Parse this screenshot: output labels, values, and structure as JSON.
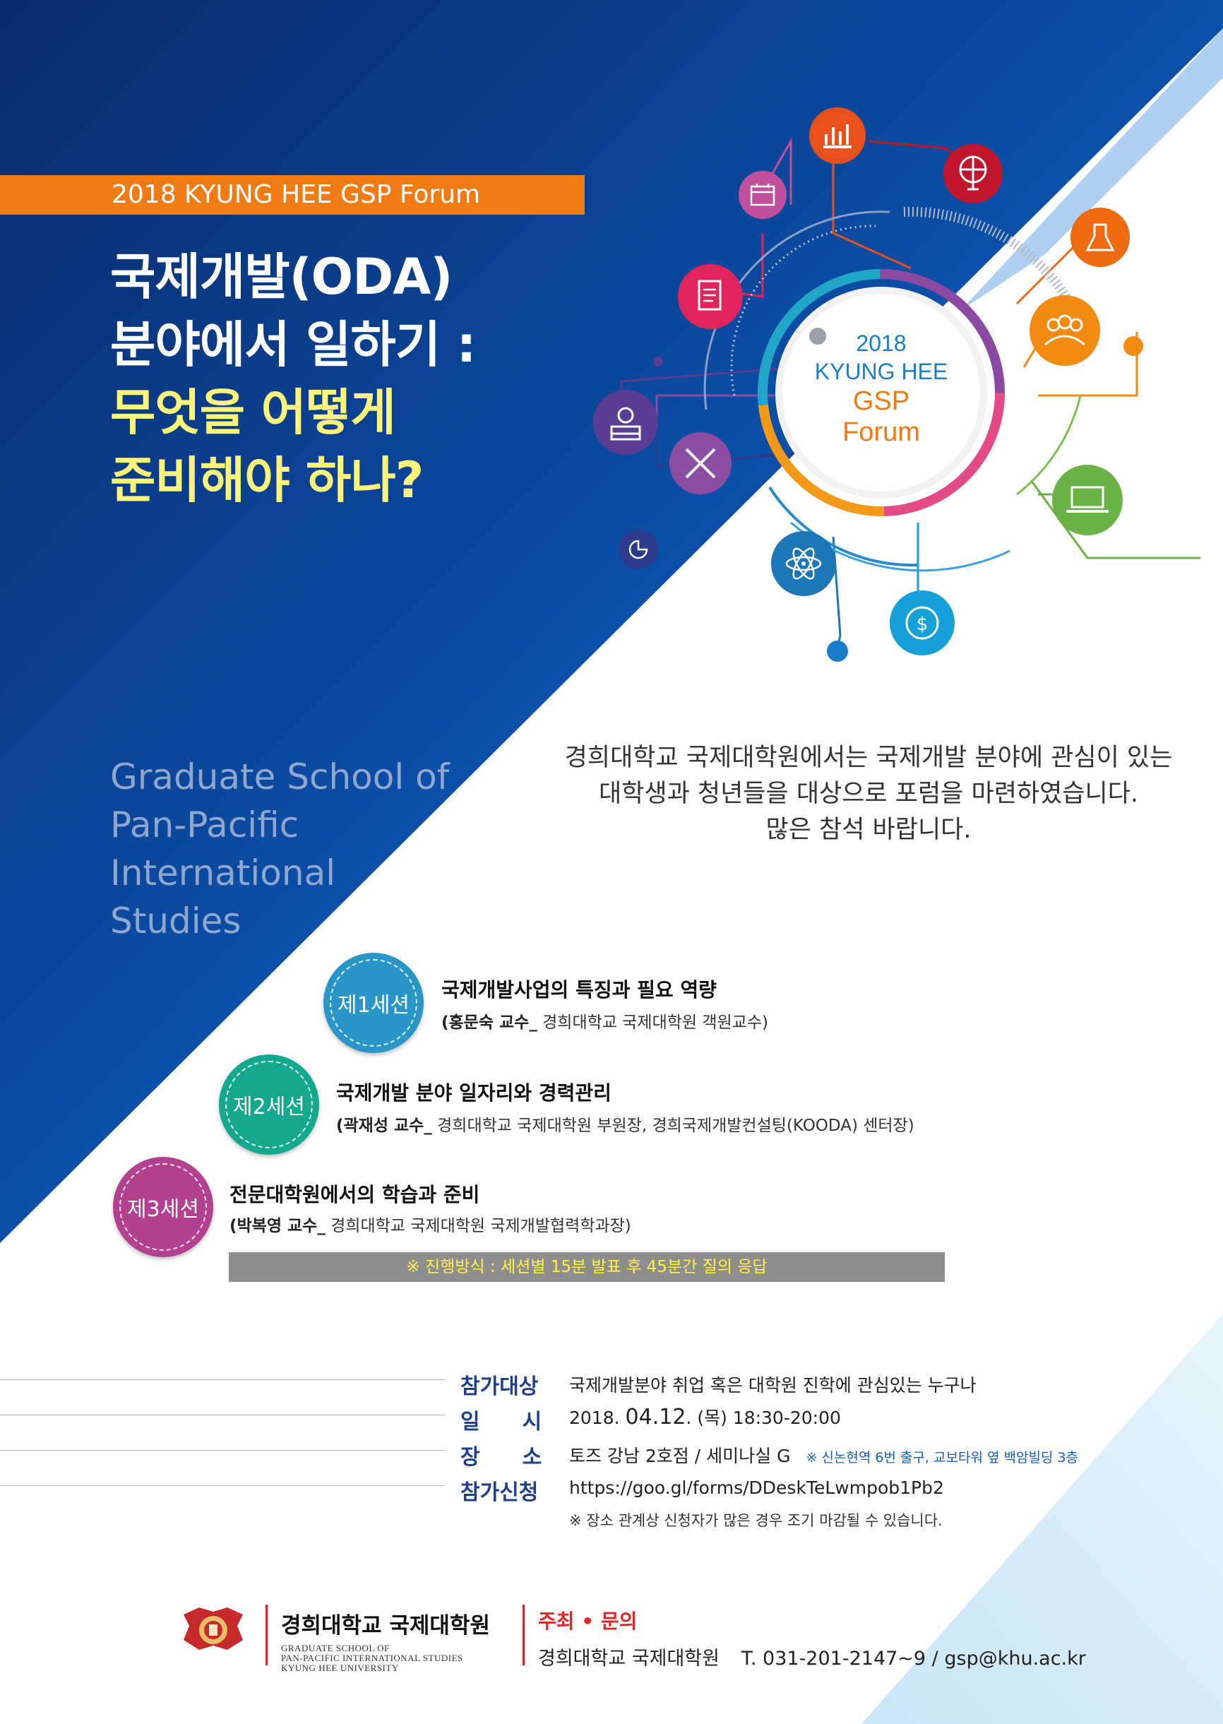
{
  "forum_tag": "2018 KYUNG HEE GSP Forum",
  "title": {
    "line1": "국제개발(ODA)",
    "line2": "분야에서 일하기 :",
    "line3": "무엇을 어떻게",
    "line4": "준비해야 하나?"
  },
  "emblem": {
    "year": "2018",
    "name": "KYUNG HEE",
    "gsp": "GSP",
    "forum": "Forum"
  },
  "school_name": [
    "Graduate School of",
    "Pan-Pacific",
    "International",
    "Studies"
  ],
  "intro": {
    "line1": "경희대학교 국제대학원에서는 국제개발 분야에 관심이 있는",
    "line2": "대학생과 청년들을 대상으로 포럼을 마련하였습니다.",
    "line3": "많은 참석 바랍니다."
  },
  "sessions": [
    {
      "badge": "제1세션",
      "title": "국제개발사업의 특징과 필요 역량",
      "speaker": "(홍문숙 교수_",
      "affiliation": " 경희대학교 국제대학원 객원교수)",
      "color": "#2a96c8"
    },
    {
      "badge": "제2세션",
      "title": "국제개발 분야 일자리와 경력관리",
      "speaker": "(곽재성 교수_",
      "affiliation": " 경희대학교 국제대학원 부원장, 경희국제개발컨설팅(KOODA) 센터장)",
      "color": "#14a88c"
    },
    {
      "badge": "제3세션",
      "title": "전문대학원에서의 학습과 준비",
      "speaker": "(박복영 교수_",
      "affiliation": " 경희대학교 국제대학원 국제개발협력학과장)",
      "color": "#b2418f"
    }
  ],
  "format_note": "※ 진행방식 : 세션별 15분 발표 후 45분간 질의 응답",
  "info": {
    "target_label": "참가대상",
    "target_value": "국제개발분야 취업 혹은 대학원 진학에 관심있는 누구나",
    "date_label": "일　　시",
    "date_pre": "2018. ",
    "date_big": "04.12",
    "date_post": ". (목) 18:30-20:00",
    "venue_label": "장　　소",
    "venue_value": "토즈 강남 2호점 / 세미나실 G",
    "venue_note": "※ 신논현역 6번 출구, 교보타워 옆 백암빌딩 3층",
    "apply_label": "참가신청",
    "apply_value": "https://goo.gl/forms/DDeskTeLwmpob1Pb2",
    "apply_note": "※ 장소 관계상 신청자가 많은 경우 조기 마감될 수 있습니다."
  },
  "footer": {
    "univ_ko": "경희대학교 국제대학원",
    "univ_en_1": "GRADUATE SCHOOL OF",
    "univ_en_2": "PAN-PACIFIC INTERNATIONAL STUDIES",
    "univ_en_3": "KYUNG HEE UNIVERSITY",
    "host_label": "주최 • 문의",
    "host_org": "경희대학교 국제대학원",
    "host_contact": "T. 031-201-2147~9 / gsp@khu.ac.kr"
  },
  "icons": [
    {
      "name": "bar-chart-icon",
      "color": "#e8501c"
    },
    {
      "name": "globe-icon",
      "color": "#c0152a"
    },
    {
      "name": "flask-icon",
      "color": "#ee6b12"
    },
    {
      "name": "people-icon",
      "color": "#f38b13"
    },
    {
      "name": "laptop-icon",
      "color": "#6ab245"
    },
    {
      "name": "dollar-icon",
      "color": "#16a0d8"
    },
    {
      "name": "atom-icon",
      "color": "#1c76b8"
    },
    {
      "name": "pie-chart-icon",
      "color": "#2d3b8c"
    },
    {
      "name": "ruler-pencil-icon",
      "color": "#8b4da0"
    },
    {
      "name": "apple-books-icon",
      "color": "#5a3e92"
    },
    {
      "name": "document-icon",
      "color": "#e0245e"
    },
    {
      "name": "calendar-icon",
      "color": "#c0509c"
    }
  ]
}
